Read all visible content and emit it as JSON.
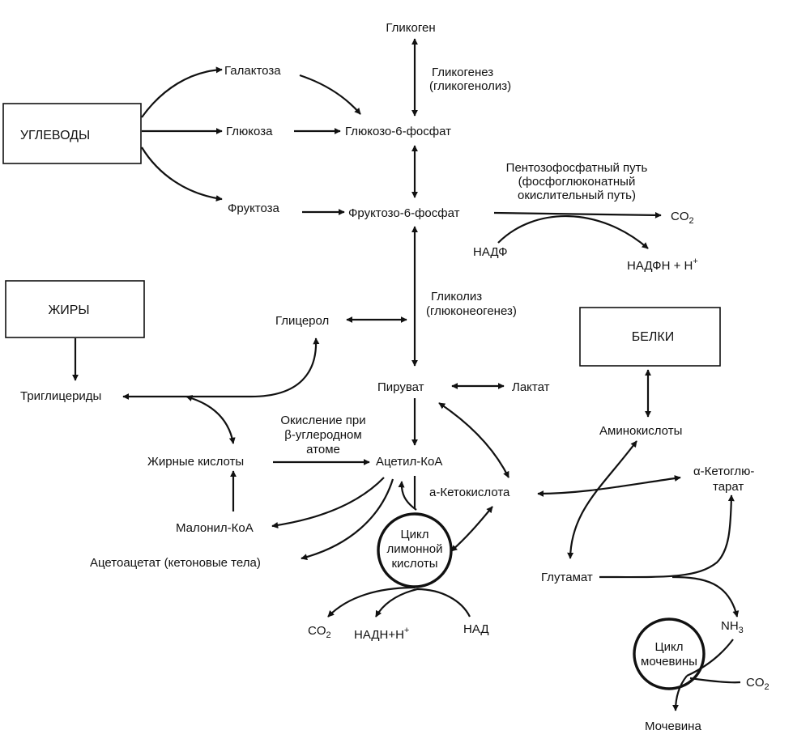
{
  "boxes": {
    "carbs": "УГЛЕВОДЫ",
    "fats": "ЖИРЫ",
    "proteins": "БЕЛКИ"
  },
  "metabolites": {
    "glycogen": "Гликоген",
    "galactose": "Галактоза",
    "glucose": "Глюкоза",
    "fructose": "Фруктоза",
    "g6p": "Глюкозо-6-фосфат",
    "f6p": "Фруктозо-6-фосфат",
    "glycerol": "Глицерол",
    "triglycerides": "Триглицериды",
    "fatty_acids": "Жирные кислоты",
    "malonyl_coa": "Малонил-КоА",
    "acetoacetate": "Ацетоацетат (кетоновые тела)",
    "pyruvate": "Пируват",
    "lactate": "Лактат",
    "acetyl_coa": "Ацетил-КоА",
    "keto_acid": "a-Кетокислота",
    "amino_acids": "Аминокислоты",
    "akg_1": "α-Кетоглю-",
    "akg_2": "тарат",
    "glutamate": "Глутамат",
    "urea": "Мочевина",
    "nadp": "НАДФ",
    "nadph": "НАДФН + Н",
    "nadh": "НАДН+Н",
    "nad": "НАД",
    "plus_sup": "+",
    "co2_ppp": "CO",
    "co2_tca": "CO",
    "co2_urea": "CO",
    "co2_sub": "2",
    "nh3": "NH",
    "nh3_sub": "3"
  },
  "processes": {
    "glycogenesis_1": "Гликогенез",
    "glycogenesis_2": "(гликогенолиз)",
    "ppp_1": "Пентозофосфатный путь",
    "ppp_2": "(фосфоглюконатный",
    "ppp_3": "окислительный путь)",
    "glycolysis_1": "Гликолиз",
    "glycolysis_2": "(глюконеогенез)",
    "beta_ox_1": "Окисление при",
    "beta_ox_2": "β-углеродном",
    "beta_ox_3": "атоме"
  },
  "cycles": {
    "tca_1": "Цикл",
    "tca_2": "лимонной",
    "tca_3": "кислоты",
    "urea_1": "Цикл",
    "urea_2": "мочевины"
  }
}
